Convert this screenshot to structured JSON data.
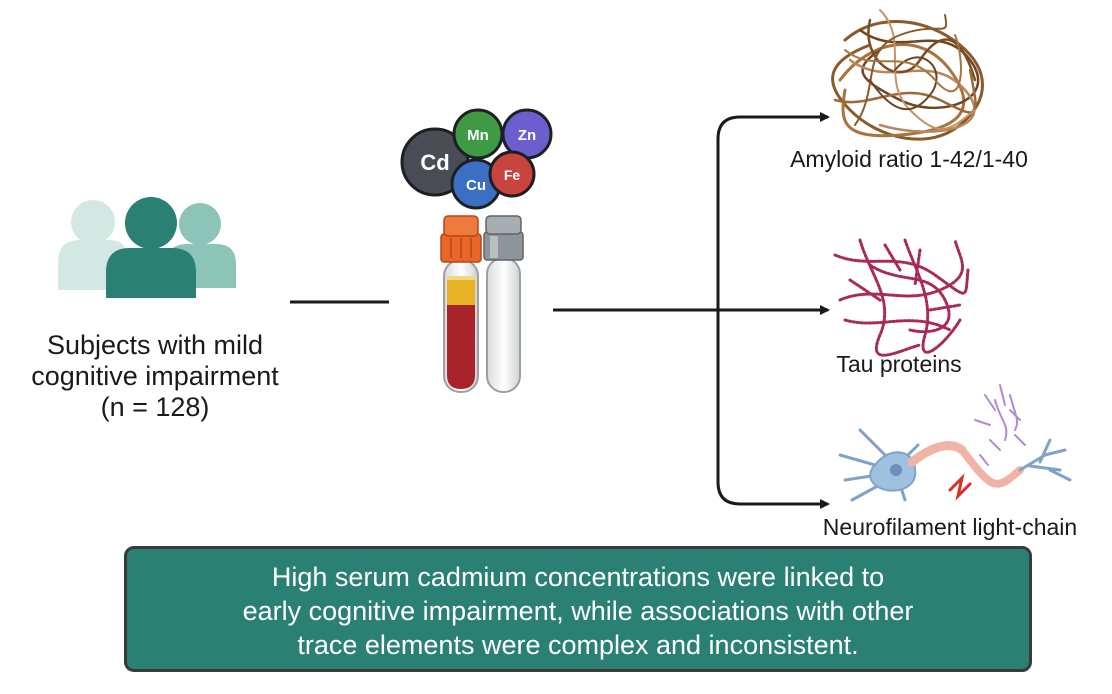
{
  "subjects": {
    "line1": "Subjects with mild",
    "line2": "cognitive impairment",
    "line3": "(n = 128)"
  },
  "elements": {
    "cd": "Cd",
    "mn": "Mn",
    "zn": "Zn",
    "cu": "Cu",
    "fe": "Fe"
  },
  "outcomes": {
    "amyloid": "Amyloid ratio 1-42/1-40",
    "tau": "Tau proteins",
    "nfl": "Neurofilament light-chain"
  },
  "conclusion": {
    "line1": "High serum cadmium concentrations were linked to",
    "line2": "early cognitive impairment, while associations with other",
    "line3": "trace elements were complex and inconsistent."
  },
  "colors": {
    "teal": "#2b8074",
    "cd": "#4a4d55",
    "mn": "#3f9a45",
    "zn": "#6b5fd0",
    "cu": "#3b6fc4",
    "fe": "#c9443f",
    "blood": "#a8222a",
    "serum": "#e8b325",
    "cap_orange": "#e8662a",
    "cap_gray": "#8e9499"
  }
}
